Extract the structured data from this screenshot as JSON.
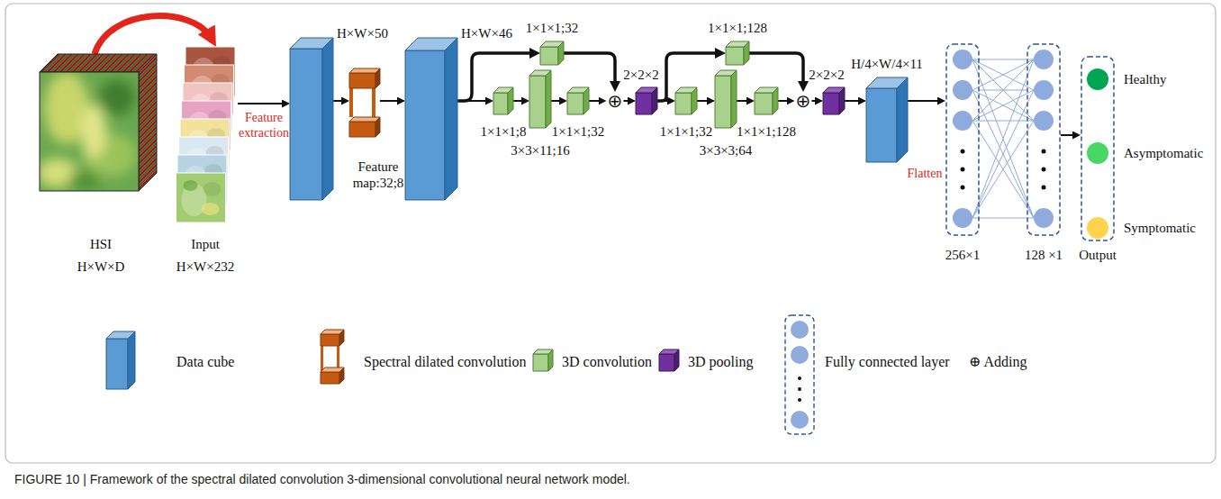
{
  "diagram": {
    "caption": "FIGURE 10 | Framework of the spectral dilated convolution 3-dimensional convolutional neural network model.",
    "nodes": [
      {
        "text": [
          "HSI",
          "H×W×D"
        ]
      },
      {
        "text": [
          "Input",
          "H×W×232"
        ]
      },
      {
        "text": [
          "H×W×50"
        ]
      },
      {
        "text": [
          "Feature map:32;8"
        ]
      },
      {
        "text": [
          "H×W×46"
        ]
      },
      {
        "text": [
          "1×1×1;8"
        ]
      },
      {
        "text": [
          "3×3×11;16"
        ]
      },
      {
        "text": [
          "1×1×1;32"
        ]
      },
      {
        "text": [
          "1×1×1;32"
        ]
      },
      {
        "text": [
          "⊕"
        ]
      },
      {
        "text": [
          "2×2×2"
        ]
      },
      {
        "text": [
          "1×1×1;32"
        ]
      },
      {
        "text": [
          "3×3×3;64"
        ]
      },
      {
        "text": [
          "1×1×1;128"
        ]
      },
      {
        "text": [
          "1×1×1;128"
        ]
      },
      {
        "text": [
          "⊕"
        ]
      },
      {
        "text": [
          "2×2×2"
        ]
      },
      {
        "text": [
          "H/4×W/4×11"
        ]
      },
      {
        "text": [
          "256×1"
        ]
      },
      {
        "text": [
          "128 ×1"
        ]
      },
      {
        "text": [
          "Output"
        ]
      },
      {
        "text": [
          "Healthy"
        ],
        "in": 20
      },
      {
        "text": [
          "Asymptomatic"
        ],
        "in": 20
      },
      {
        "text": [
          "Symptomatic"
        ],
        "in": 20
      }
    ],
    "edges": [
      {
        "from": 0,
        "to": 1,
        "arrow": "to"
      },
      {
        "from": 1,
        "to": 2,
        "label": "Feature extraction",
        "arrow": "to"
      },
      {
        "from": 2,
        "to": 3,
        "arrow": "to"
      },
      {
        "from": 3,
        "to": 4,
        "arrow": "to"
      },
      {
        "from": 4,
        "to": 5,
        "arrow": "to"
      },
      {
        "from": 4,
        "to": 8,
        "arrow": "to"
      },
      {
        "from": 5,
        "to": 6,
        "arrow": "to"
      },
      {
        "from": 6,
        "to": 7,
        "arrow": "to"
      },
      {
        "from": 7,
        "to": 9,
        "arrow": "to"
      },
      {
        "from": 8,
        "to": 9,
        "arrow": "to"
      },
      {
        "from": 9,
        "to": 10,
        "arrow": "to"
      },
      {
        "from": 10,
        "to": 11,
        "arrow": "to"
      },
      {
        "from": 10,
        "to": 14,
        "arrow": "to"
      },
      {
        "from": 11,
        "to": 12,
        "arrow": "to"
      },
      {
        "from": 12,
        "to": 13,
        "arrow": "to"
      },
      {
        "from": 13,
        "to": 15,
        "arrow": "to"
      },
      {
        "from": 14,
        "to": 15,
        "arrow": "to"
      },
      {
        "from": 15,
        "to": 16,
        "arrow": "to"
      },
      {
        "from": 16,
        "to": 17,
        "arrow": "to"
      },
      {
        "from": 17,
        "to": 18,
        "label": "Flatten",
        "arrow": "to"
      },
      {
        "from": 18,
        "to": 19,
        "arrow": "none"
      },
      {
        "from": 19,
        "to": 20,
        "arrow": "to"
      }
    ],
    "legend": [
      {
        "text": "Data cube"
      },
      {
        "text": "Spectral dilated convolution"
      },
      {
        "text": "3D convolution"
      },
      {
        "text": "3D pooling"
      },
      {
        "text": "Fully connected layer"
      },
      {
        "text": "⊕ Adding"
      }
    ]
  }
}
